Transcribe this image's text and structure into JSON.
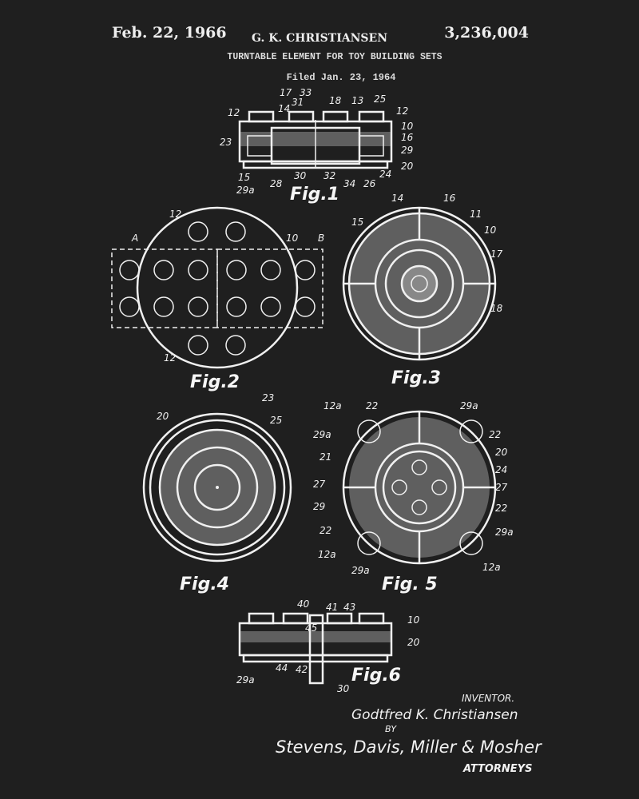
{
  "header": {
    "date": "Feb. 22, 1966",
    "inventor_name": "G. K. CHRISTIANSEN",
    "patent_number": "3,236,004",
    "title": "TURNTABLE ELEMENT FOR TOY BUILDING SETS",
    "filed": "Filed Jan. 23, 1964"
  },
  "figures": {
    "fig1": {
      "label": "Fig.1",
      "callouts": [
        "17",
        "33",
        "14",
        "31",
        "18",
        "13",
        "25",
        "12",
        "12",
        "10",
        "16",
        "23",
        "29",
        "20",
        "15",
        "30",
        "32",
        "34",
        "26",
        "24",
        "29a",
        "28"
      ]
    },
    "fig2": {
      "label": "Fig.2",
      "callouts": [
        "12",
        "A",
        "10",
        "B",
        "12"
      ]
    },
    "fig3": {
      "label": "Fig.3",
      "callouts": [
        "14",
        "16",
        "15",
        "11",
        "10",
        "17",
        "18"
      ]
    },
    "fig4": {
      "label": "Fig.4",
      "callouts": [
        "23",
        "20",
        "25"
      ]
    },
    "fig5": {
      "label": "Fig. 5",
      "callouts": [
        "12a",
        "22",
        "29a",
        "29a",
        "22",
        "21",
        "20",
        "24",
        "27",
        "27",
        "29",
        "22",
        "22",
        "29a",
        "12a",
        "29a",
        "12a"
      ]
    },
    "fig6": {
      "label": "Fig.6",
      "callouts": [
        "40",
        "41",
        "43",
        "45",
        "10",
        "20",
        "29a",
        "44",
        "42",
        "30"
      ]
    }
  },
  "signature_block": {
    "inventor_heading": "INVENTOR.",
    "inventor_signature": "Godtfred K. Christiansen",
    "by": "BY",
    "attorneys_signature": "Stevens, Davis, Miller & Mosher",
    "attorneys_heading": "ATTORNEYS"
  },
  "colors": {
    "background": "#1f1f1f",
    "ink": "#f0f0f0"
  }
}
